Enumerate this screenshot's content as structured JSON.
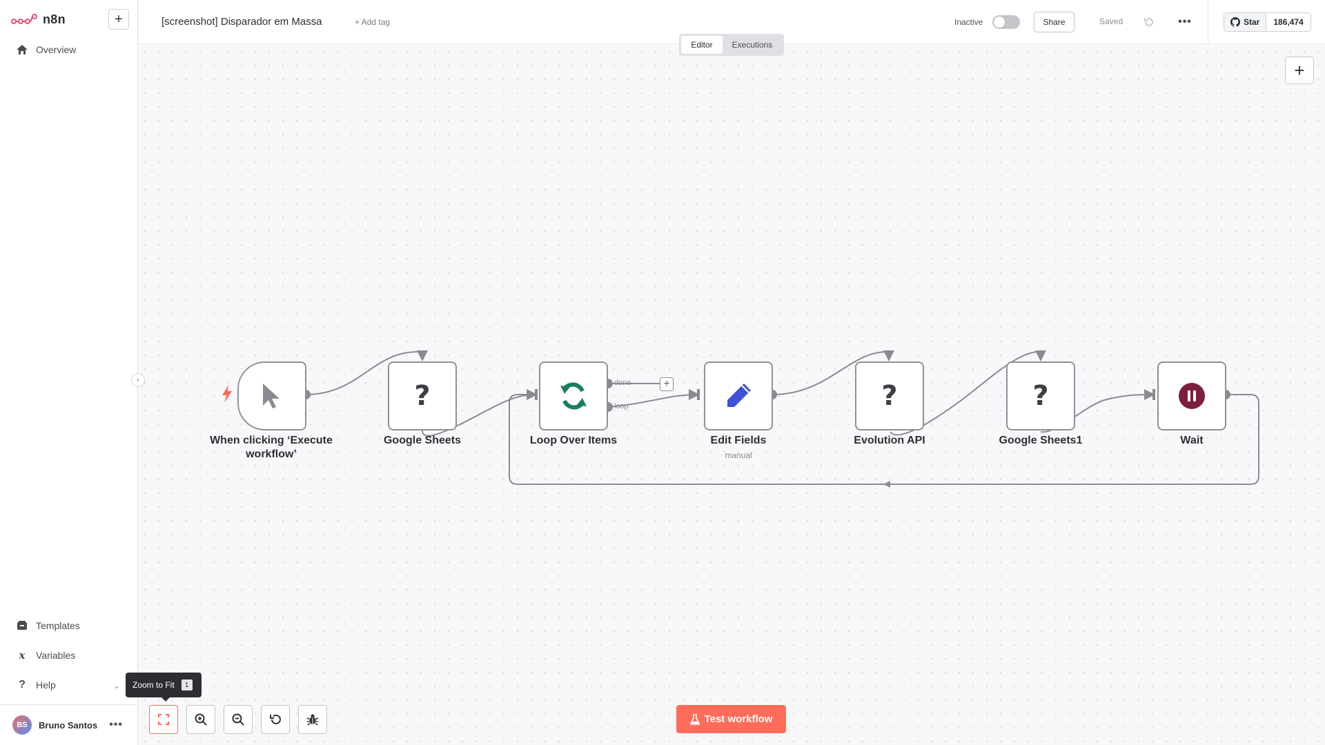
{
  "app": {
    "name": "n8n",
    "brand_color": "#ff6d5a"
  },
  "sidebar": {
    "overview": "Overview",
    "templates": "Templates",
    "variables": "Variables",
    "help": "Help",
    "user_initials": "BS",
    "user_name": "Bruno Santos"
  },
  "header": {
    "workflow_name": "[screenshot] Disparador em Massa",
    "add_tag": "+ Add tag",
    "status_label": "Inactive",
    "share": "Share",
    "saved": "Saved",
    "github_star": "Star",
    "github_count": "186,474"
  },
  "tabs": {
    "editor": "Editor",
    "executions": "Executions"
  },
  "nodes": {
    "trigger": {
      "label": "When clicking ‘Execute workflow’"
    },
    "sheets": {
      "label": "Google Sheets"
    },
    "loop": {
      "label": "Loop Over Items",
      "out_done": "done",
      "out_loop": "loop"
    },
    "edit": {
      "label": "Edit Fields",
      "sub": "manual"
    },
    "evolution": {
      "label": "Evolution API"
    },
    "sheets1": {
      "label": "Google Sheets1"
    },
    "wait": {
      "label": "Wait"
    }
  },
  "controls": {
    "tooltip": "Zoom to Fit",
    "tooltip_key": "1",
    "test_workflow": "Test workflow"
  }
}
